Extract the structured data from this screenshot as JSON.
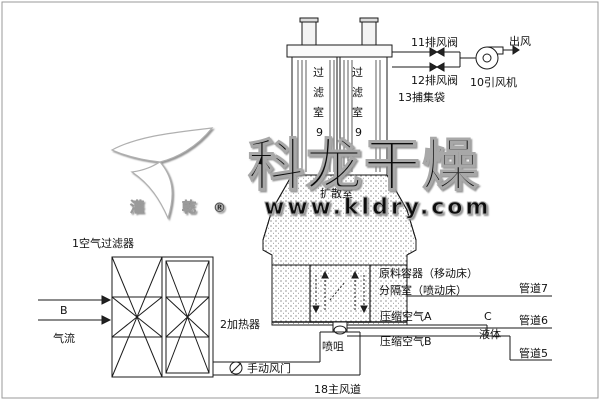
{
  "labels": {
    "exhaust_valve_11": "11排风阀",
    "exhaust_valve_12": "12排风阀",
    "outlet_wind": "出风",
    "fan_10": "10引风机",
    "bag_13": "13捕集袋",
    "filter_room_left": [
      "过",
      "滤",
      "室",
      "9"
    ],
    "filter_room_right": [
      "过",
      "滤",
      "室",
      "9"
    ],
    "expansion_room": "扩散室",
    "air_filter_1": "1空气过滤器",
    "heater_2": "2加热器",
    "manual_damper": "手动风门",
    "main_duct_18": "18主风道",
    "nozzle": "喷咀",
    "airflow_B_letter": "B",
    "airflow_label": "气流",
    "raw_material_container": "原料容器（移动床）",
    "partition_room": "分隔室（喷动床）",
    "compressed_air_A": "压缩空气A",
    "compressed_air_B": "压缩空气B",
    "liquid_C_letter": "C",
    "liquid_label": "液体",
    "pipe_7": "管道7",
    "pipe_6": "管道6",
    "pipe_5": "管道5"
  },
  "watermark": {
    "brand_text": "科龙干燥",
    "url_text": "www.kldry.com",
    "logo_char_left": "灌",
    "logo_char_right": "乾",
    "registered_mark": "®"
  },
  "colors": {
    "line": "#1a1a1a",
    "watermark_text": "#ffffff",
    "watermark_shadow": "#b8b8b8",
    "background": "#ffffff"
  }
}
